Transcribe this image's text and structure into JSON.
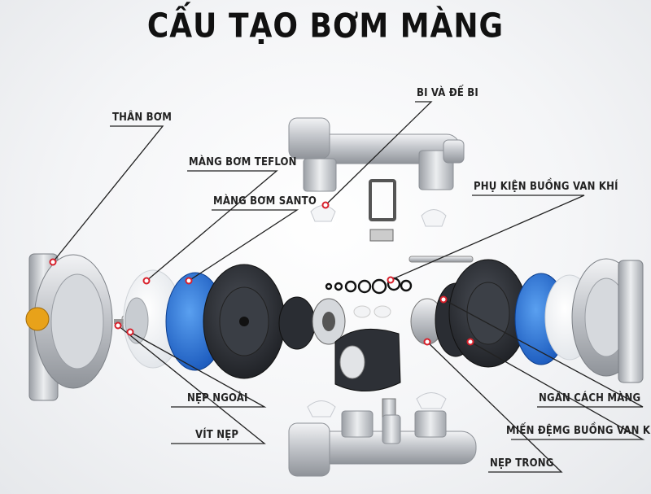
{
  "title": "CẤU TẠO BƠM MÀNG",
  "labels": {
    "than_bom": "THÂN BƠM",
    "mang_bom_teflon": "MÀNG BƠM TEFLON",
    "mang_bom_santo": "MÀNG BƠM SANTO",
    "bi_va_de_bi": "BI VÀ ĐẾ BI",
    "phu_kien_buong_van_khi": "PHỤ KIỆN BUỒNG VAN KHÍ",
    "nep_ngoai": "NẸP NGOÀI",
    "vit_nep": "VÍT NẸP",
    "ngan_cach_mang": "NGĂN CÁCH MÀNG",
    "mien_dem_buong_van_khi": "MIẾN ĐỆMG BUỒNG VAN KHÍ",
    "nep_trong": "NẸP TRONG"
  },
  "colors": {
    "leader": "#222222",
    "metal": "#c9ccd1",
    "teflon": "#f7f8fa",
    "santo": "#1f6fd6",
    "rubber": "#2a2d33",
    "marker": "#d8202b"
  }
}
